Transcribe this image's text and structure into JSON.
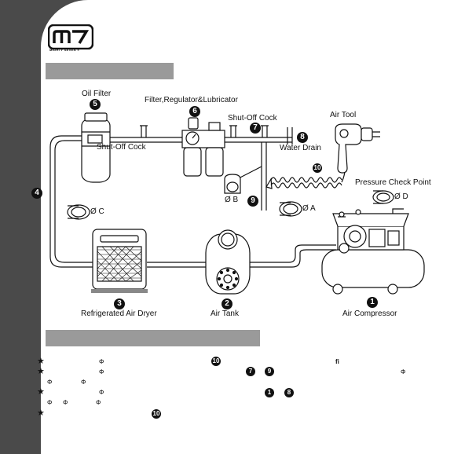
{
  "brand": {
    "logo_text": "m7",
    "tagline": "MIGHTY SEVEN ®"
  },
  "section_headers": {
    "top": "",
    "bottom": ""
  },
  "diagram": {
    "labels": {
      "oil_filter": "Oil Filter",
      "frl": "Filter,Regulator&Lubricator",
      "shut_off_cock_left": "Shut-Off Cock",
      "shut_off_cock_right": "Shut-Off Cock",
      "water_drain": "Water Drain",
      "air_tool": "Air Tool",
      "pressure_check_point": "Pressure Check Point",
      "dim_a": "Ø A",
      "dim_b": "Ø B",
      "dim_c": "Ø C",
      "dim_d": "Ø D",
      "refrigerated_air_dryer": "Refrigerated Air Dryer",
      "air_tank": "Air Tank",
      "air_compressor": "Air Compressor"
    },
    "numbers": {
      "n1": "1",
      "n2": "2",
      "n3": "3",
      "n4": "4",
      "n5": "5",
      "n6": "6",
      "n7": "7",
      "n8": "8",
      "n9": "9",
      "n10": "10"
    }
  },
  "notes": {
    "star": "★",
    "phi": "Φ",
    "fi": "fi",
    "badge_10": "10",
    "badge_7": "7",
    "badge_9": "9",
    "badge_1": "1",
    "badge_8": "8"
  }
}
